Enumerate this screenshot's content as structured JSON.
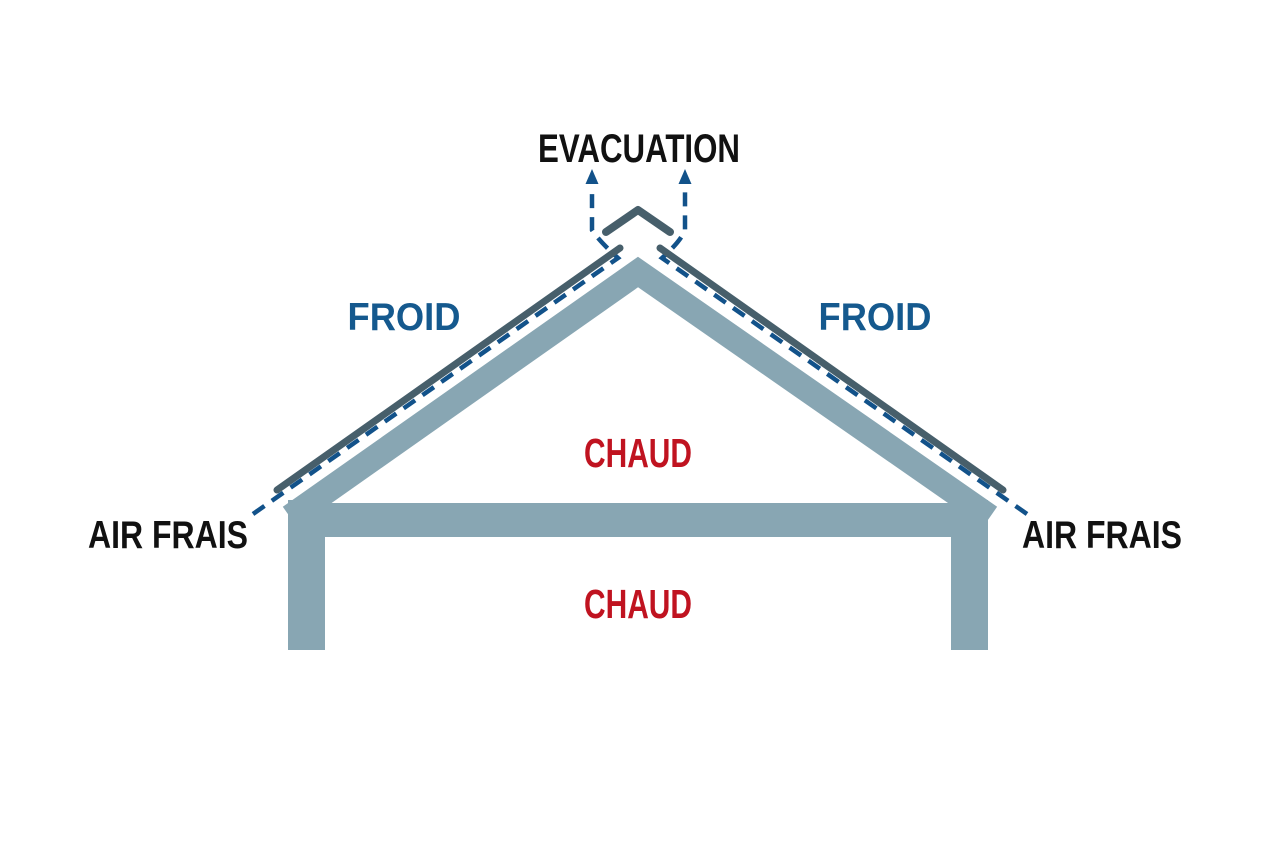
{
  "diagram": {
    "evacuation_label": "EVACUATION",
    "froid_left_label": "FROID",
    "froid_right_label": "FROID",
    "chaud_attic_label": "CHAUD",
    "chaud_interior_label": "CHAUD",
    "air_frais_left_label": "AIR FRAIS",
    "air_frais_right_label": "AIR FRAIS"
  },
  "colors": {
    "background": "#ffffff",
    "label-ink": "#111111",
    "cold-blue": "#15598e",
    "warm-red": "#c01320",
    "airflow-blue": "#12528a",
    "structure-blue-gray": "#88a6b3",
    "roof-slate": "#475f6b"
  }
}
